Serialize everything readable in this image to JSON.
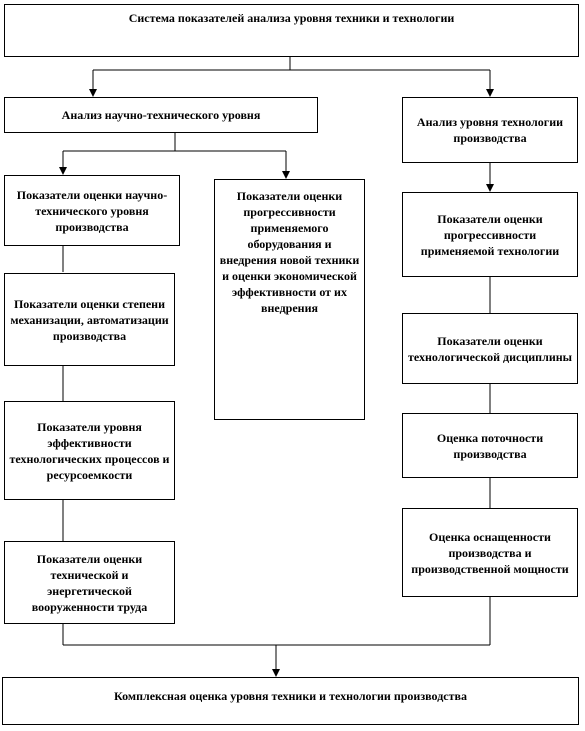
{
  "title": "Система показателей анализа уровня техники и технологии",
  "left_branch": {
    "header": "Анализ научно-технического уровня",
    "col1": [
      "Показатели оценки научно-технического уровня производства",
      "Показатели оценки степени механизации, автоматизации производства",
      "Показатели уровня эффективности технологических процессов и ресурсоемкости",
      "Показатели оценки технической и энергетической вооруженности труда"
    ],
    "col2": [
      "Показатели оценки прогрессивности применяемого оборудования и внедрения новой техники и оценки экономической эффективности от их внедрения"
    ]
  },
  "right_branch": {
    "header": "Анализ уровня технологии производства",
    "items": [
      "Показатели оценки прогрессивности применяемой технологии",
      "Показатели оценки технологической дисциплины",
      "Оценка поточности производства",
      "Оценка оснащенности производства и производственной мощности"
    ]
  },
  "bottom": "Комплексная оценка уровня техники и технологии производства"
}
